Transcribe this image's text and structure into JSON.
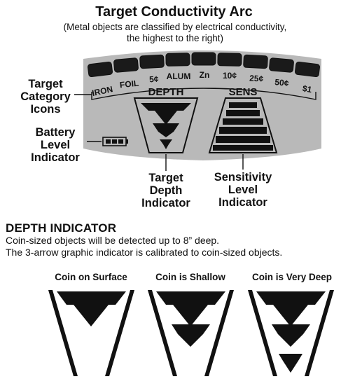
{
  "header": {
    "title": "Target Conductivity Arc",
    "subtitle_lines": [
      "(Metal objects are classified by electrical conductivity,",
      "the highest to the right)"
    ]
  },
  "display": {
    "category_icons": [
      "IRON",
      "FOIL",
      "5¢",
      "ALUM",
      "Zn",
      "10¢",
      "25¢",
      "50¢",
      "$1"
    ],
    "depth_label": "DEPTH",
    "sens_label": "SENS"
  },
  "callouts": {
    "category": [
      "Target",
      "Category",
      "Icons"
    ],
    "battery": [
      "Battery",
      "Level",
      "Indicator"
    ],
    "depth": [
      "Target",
      "Depth",
      "Indicator"
    ],
    "sensitivity": [
      "Sensitivity",
      "Level",
      "Indicator"
    ]
  },
  "depth_section": {
    "title": "DEPTH INDICATOR",
    "line1": "Coin-sized objects will be detected up to 8” deep.",
    "line2": "The 3-arrow graphic indicator is calibrated to coin-sized objects.",
    "examples": [
      {
        "caption": "Coin on Surface",
        "arrows": 1
      },
      {
        "caption": "Coin is Shallow",
        "arrows": 2
      },
      {
        "caption": "Coin is Very Deep",
        "arrows": 3
      }
    ]
  }
}
